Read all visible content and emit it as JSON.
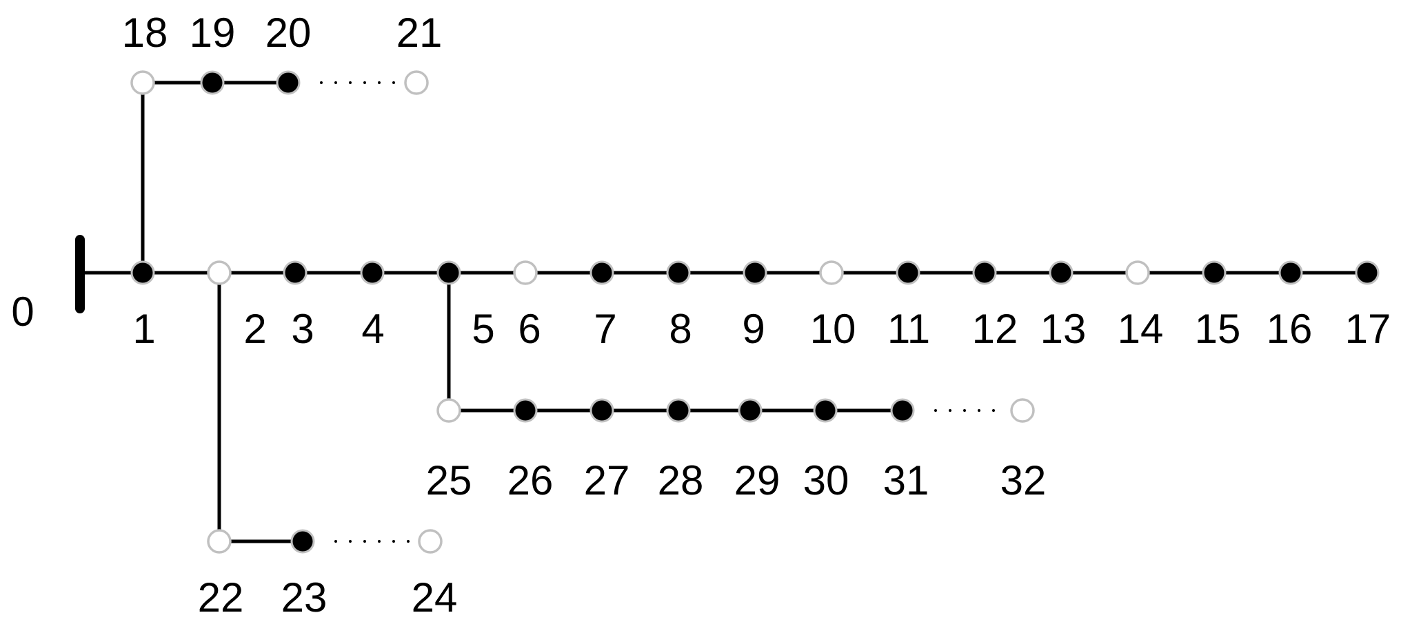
{
  "source": {
    "label": "0"
  },
  "nodes": [
    {
      "label": "1",
      "filled": true
    },
    {
      "label": "2",
      "filled": false
    },
    {
      "label": "3",
      "filled": true
    },
    {
      "label": "4",
      "filled": true
    },
    {
      "label": "5",
      "filled": true
    },
    {
      "label": "6",
      "filled": false
    },
    {
      "label": "7",
      "filled": true
    },
    {
      "label": "8",
      "filled": true
    },
    {
      "label": "9",
      "filled": true
    },
    {
      "label": "10",
      "filled": false
    },
    {
      "label": "11",
      "filled": true
    },
    {
      "label": "12",
      "filled": true
    },
    {
      "label": "13",
      "filled": true
    },
    {
      "label": "14",
      "filled": false
    },
    {
      "label": "15",
      "filled": true
    },
    {
      "label": "16",
      "filled": true
    },
    {
      "label": "17",
      "filled": true
    },
    {
      "label": "18",
      "filled": false
    },
    {
      "label": "19",
      "filled": true
    },
    {
      "label": "20",
      "filled": true
    },
    {
      "label": "21",
      "filled": false
    },
    {
      "label": "22",
      "filled": false
    },
    {
      "label": "23",
      "filled": true
    },
    {
      "label": "24",
      "filled": false
    },
    {
      "label": "25",
      "filled": false
    },
    {
      "label": "26",
      "filled": true
    },
    {
      "label": "27",
      "filled": true
    },
    {
      "label": "28",
      "filled": true
    },
    {
      "label": "29",
      "filled": true
    },
    {
      "label": "30",
      "filled": true
    },
    {
      "label": "31",
      "filled": true
    },
    {
      "label": "32",
      "filled": false
    }
  ],
  "edges": [
    [
      "0",
      "1"
    ],
    [
      "1",
      "2"
    ],
    [
      "2",
      "3"
    ],
    [
      "3",
      "4"
    ],
    [
      "4",
      "5"
    ],
    [
      "5",
      "6"
    ],
    [
      "6",
      "7"
    ],
    [
      "7",
      "8"
    ],
    [
      "8",
      "9"
    ],
    [
      "9",
      "10"
    ],
    [
      "10",
      "11"
    ],
    [
      "11",
      "12"
    ],
    [
      "12",
      "13"
    ],
    [
      "13",
      "14"
    ],
    [
      "14",
      "15"
    ],
    [
      "15",
      "16"
    ],
    [
      "16",
      "17"
    ],
    [
      "1",
      "18"
    ],
    [
      "18",
      "19"
    ],
    [
      "19",
      "20"
    ],
    [
      "2",
      "22"
    ],
    [
      "22",
      "23"
    ],
    [
      "5",
      "25"
    ],
    [
      "25",
      "26"
    ],
    [
      "26",
      "27"
    ],
    [
      "27",
      "28"
    ],
    [
      "28",
      "29"
    ],
    [
      "29",
      "30"
    ],
    [
      "30",
      "31"
    ]
  ],
  "dotted_edges": [
    [
      "20",
      "21"
    ],
    [
      "23",
      "24"
    ],
    [
      "31",
      "32"
    ]
  ]
}
